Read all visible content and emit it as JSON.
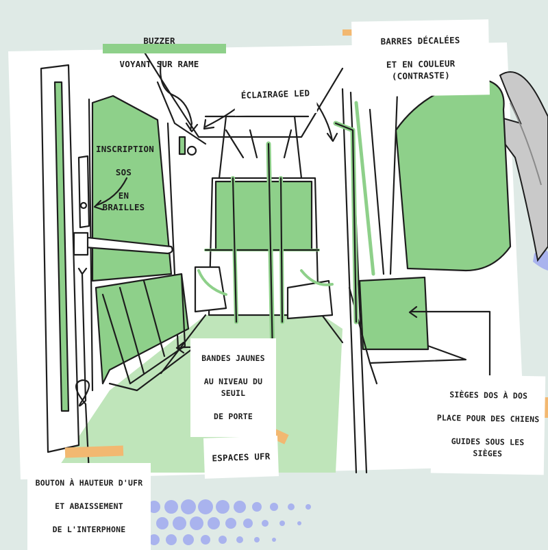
{
  "colors": {
    "background": "#dfeae6",
    "paper": "#ffffff",
    "green": "#8ed08a",
    "light_green": "#bfe5ba",
    "ink": "#1d1d1d",
    "tape": "#f2b871",
    "dots": "#a9b3ee",
    "hand": "#9a9a9a"
  },
  "labels": {
    "buzzer": [
      "BUZZER",
      "VOYANT SUR RAME"
    ],
    "barres": [
      "BARRES DÉCALÉES",
      "ET EN COULEUR (CONTRASTE)"
    ],
    "eclairage": [
      "ÉCLAIRAGE LED"
    ],
    "inscription": [
      "INSCRIPTION",
      "SOS",
      "EN BRAILLES"
    ],
    "bandes": [
      "BANDES JAUNES",
      "AU NIVEAU DU SEUIL",
      "DE PORTE"
    ],
    "sieges": [
      "SIÈGES DOS À DOS",
      "PLACE POUR DES CHIENS",
      "GUIDES SOUS LES SIÈGES"
    ],
    "espaces": [
      "ESPACES UFR"
    ],
    "bouton": [
      "BOUTON À HAUTEUR D'UFR",
      "ET ABAISSEMENT",
      "DE L'INTERPHONE"
    ]
  },
  "icons": [
    "wheelchair-icon",
    "hand-icon",
    "arrow-icon"
  ]
}
